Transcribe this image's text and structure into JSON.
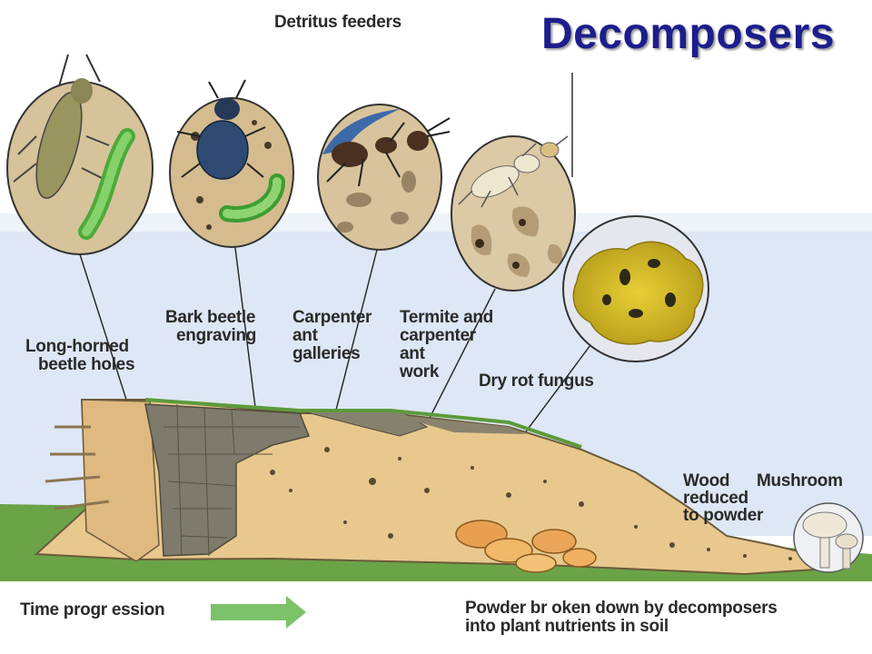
{
  "title": "Decomposers",
  "header_label": "Detritus feeders",
  "labels": {
    "long_horned": [
      "Long-horned",
      "beetle holes"
    ],
    "bark_beetle": [
      "Bark beetle",
      "engraving"
    ],
    "carpenter_ant": [
      "Carpenter",
      "ant",
      "galleries"
    ],
    "termite": [
      "Termite and",
      "carpenter",
      "ant",
      "work"
    ],
    "dry_rot": "Dry rot fungus",
    "wood_powder": [
      "Wood",
      "reduced",
      "to powder"
    ],
    "mushroom": "Mushroom",
    "time_progression": "Time progr ession",
    "powder": [
      "Powder br oken down by decomposers",
      "into plant nutrients in soil"
    ]
  },
  "colors": {
    "title": "#1d1d8c",
    "sky": "#dfe8f6",
    "grass": "#5e9a3c",
    "wood": "#e9c98f",
    "bark": "#7d7868",
    "arrow": "#7cc26a"
  }
}
